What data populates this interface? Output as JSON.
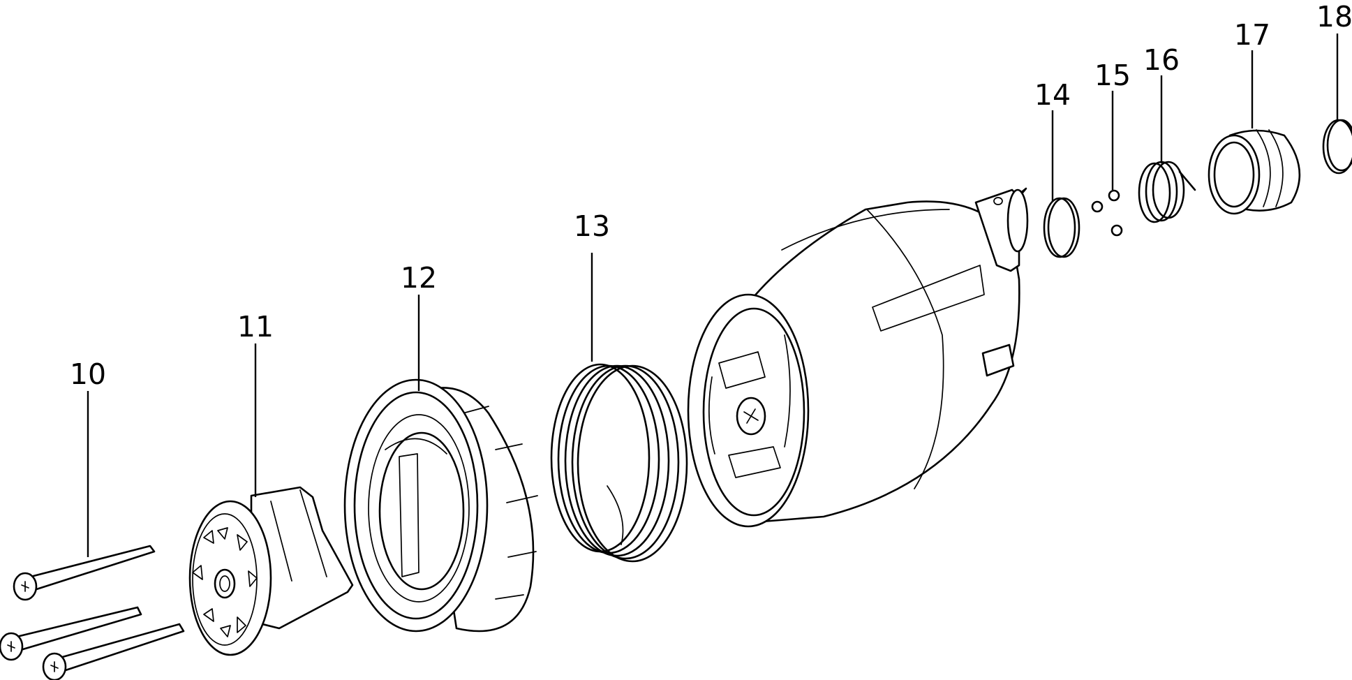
{
  "callouts": [
    {
      "id": "c10",
      "number": "10",
      "part": "screws"
    },
    {
      "id": "c11",
      "number": "11",
      "part": "clutch-carrier"
    },
    {
      "id": "c12",
      "number": "12",
      "part": "adjusting-sleeve"
    },
    {
      "id": "c13",
      "number": "13",
      "part": "clutch-spring"
    },
    {
      "id": "c14",
      "number": "14",
      "part": "retaining-ring"
    },
    {
      "id": "c15",
      "number": "15",
      "part": "balls"
    },
    {
      "id": "c16",
      "number": "16",
      "part": "spring"
    },
    {
      "id": "c17",
      "number": "17",
      "part": "locking-sleeve"
    },
    {
      "id": "c18",
      "number": "18",
      "part": "circlip"
    }
  ],
  "colors": {
    "line": "#000000",
    "background": "#ffffff"
  }
}
